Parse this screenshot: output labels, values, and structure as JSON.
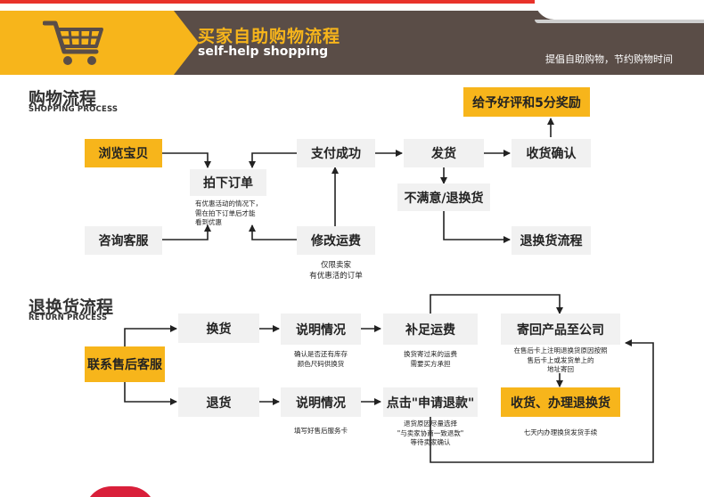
{
  "header": {
    "title": "买家自助购物流程",
    "subtitle": "self-help shopping",
    "slogan": "提倡自助购物，节约购物时间"
  },
  "shopping": {
    "title": "购物流程",
    "title_en": "SHOPPING PROCESS",
    "browse": "浏览宝贝",
    "consult": "咨询客服",
    "order": "拍下订单",
    "order_note_1": "有优惠活动的情况下，",
    "order_note_2": "需在拍下订单后才能",
    "order_note_3": "看到优惠",
    "paid": "支付成功",
    "modify": "修改运费",
    "modify_note_1": "仅限卖家",
    "modify_note_2": "有优惠活的订单",
    "ship": "发货",
    "receive": "收货确认",
    "review": "给予好评和5分奖励",
    "unhappy": "不满意/退换货",
    "return_flow": "退换货流程"
  },
  "returns": {
    "title": "退换货流程",
    "title_en": "RETURN PROCESS",
    "contact": "联系售后客服",
    "exchange": "换货",
    "refund": "退货",
    "explain_1": "说明情况",
    "explain_1_note_1": "确认是否还有库存",
    "explain_1_note_2": "颜色尺码供换货",
    "explain_2": "说明情况",
    "explain_2_note": "填写好售后服务卡",
    "topup": "补足运费",
    "topup_note_1": "换货寄过来的运费",
    "topup_note_2": "需要买方承担",
    "apply_refund": "点击\"申请退款\"",
    "apply_note_1": "退货原因尽量选择",
    "apply_note_2": "\"与卖家协商一致退款\"",
    "apply_note_3": "等待卖家确认",
    "sendback": "寄回产品至公司",
    "sendback_note_1": "在售后卡上注明退换货原因按照",
    "sendback_note_2": "售后卡上或发货单上的",
    "sendback_note_3": "地址寄回",
    "receive_process": "收货、办理退换货",
    "receive_note": "七天内办理换货发货手续"
  },
  "colors": {
    "accent": "#f7b51b",
    "header_bg": "#5a4d47",
    "box_grey": "#f1f1f1"
  }
}
